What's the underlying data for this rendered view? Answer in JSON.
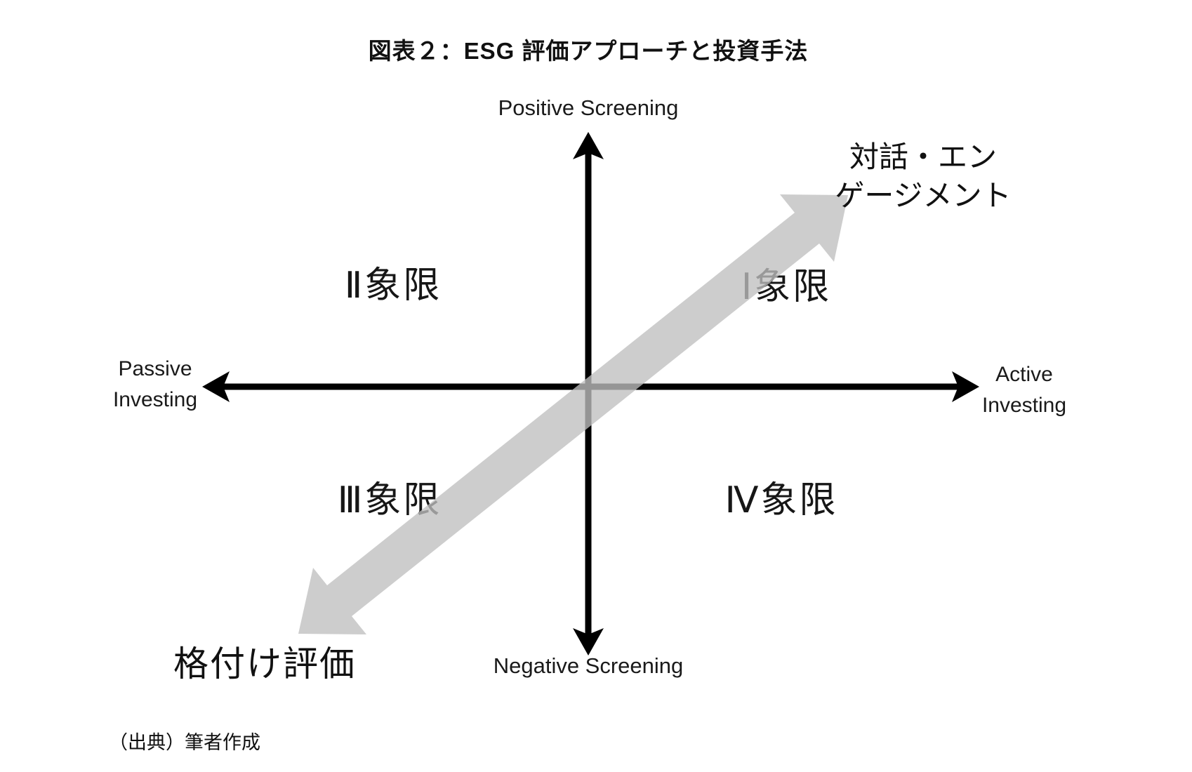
{
  "title": "図表２：ESG 評価アプローチと投資手法",
  "axes": {
    "color": "#000000",
    "top_label": "Positive Screening",
    "bottom_label": "Negative Screening",
    "left_label_line1": "Passive",
    "left_label_line2": "Investing",
    "right_label_line1": "Active",
    "right_label_line2": "Investing"
  },
  "quadrants": {
    "q1_label": "Ⅰ象限",
    "q2_label": "Ⅱ象限",
    "q3_label": "Ⅲ象限",
    "q4_label": "Ⅳ象限"
  },
  "diagonal_arrow": {
    "color": "#bfbfbf",
    "top_right_label_line1": "対話・エン",
    "top_right_label_line2": "ゲージメント",
    "bottom_left_label": "格付け評価"
  },
  "source_note": "（出典）筆者作成"
}
